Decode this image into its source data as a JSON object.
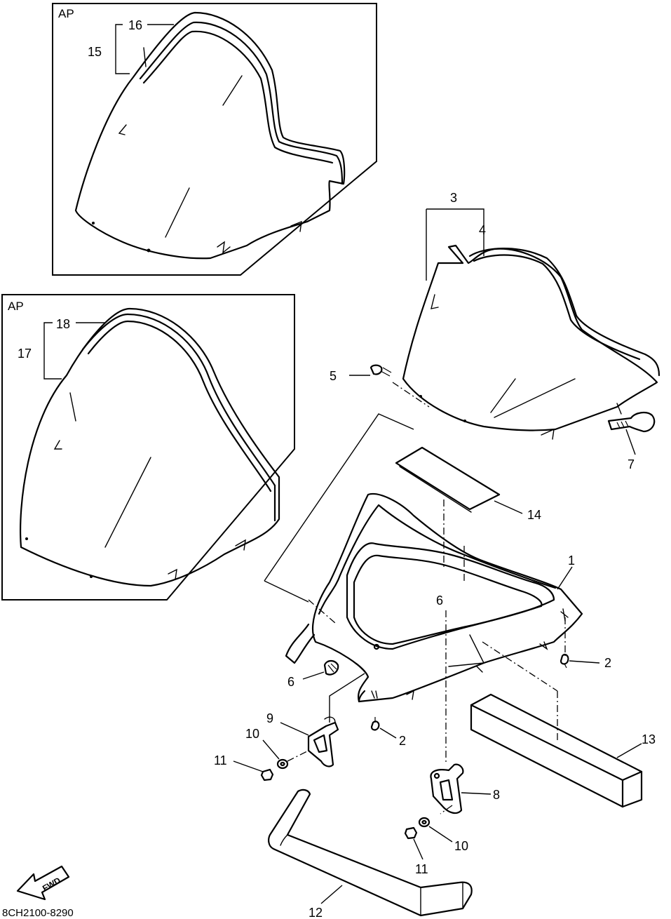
{
  "panels": [
    {
      "id": "top",
      "label": "AP"
    },
    {
      "id": "left",
      "label": "AP"
    }
  ],
  "callouts": [
    {
      "id": "c1",
      "text": "1"
    },
    {
      "id": "c2a",
      "text": "2"
    },
    {
      "id": "c2b",
      "text": "2"
    },
    {
      "id": "c3",
      "text": "3"
    },
    {
      "id": "c4",
      "text": "4"
    },
    {
      "id": "c5",
      "text": "5"
    },
    {
      "id": "c6",
      "text": "6"
    },
    {
      "id": "c7",
      "text": "7"
    },
    {
      "id": "c8",
      "text": "8"
    },
    {
      "id": "c9",
      "text": "9"
    },
    {
      "id": "c10a",
      "text": "10"
    },
    {
      "id": "c10b",
      "text": "10"
    },
    {
      "id": "c11a",
      "text": "11"
    },
    {
      "id": "c11b",
      "text": "11"
    },
    {
      "id": "c12",
      "text": "12"
    },
    {
      "id": "c13",
      "text": "13"
    },
    {
      "id": "c14",
      "text": "14"
    },
    {
      "id": "c15",
      "text": "15"
    },
    {
      "id": "c16",
      "text": "16"
    },
    {
      "id": "c17",
      "text": "17"
    },
    {
      "id": "c18",
      "text": "18"
    }
  ],
  "inset_mark": "6",
  "fwd_arrow": {
    "text": "FWD",
    "icon": "fwd-arrow-icon"
  },
  "diagram_code": "8CH2100-8290"
}
